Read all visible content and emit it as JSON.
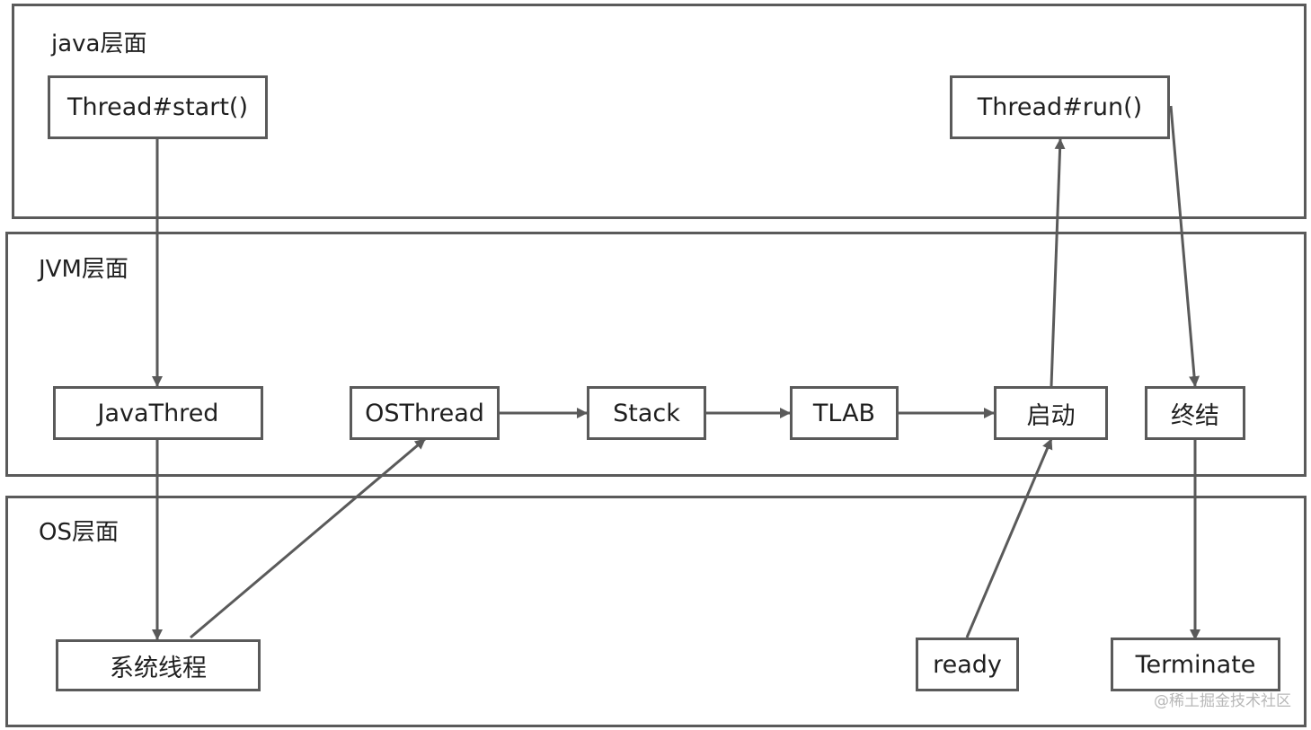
{
  "layers": {
    "java": "java层面",
    "jvm": "JVM层面",
    "os": "OS层面"
  },
  "nodes": {
    "thread_start": "Thread#start()",
    "thread_run": "Thread#run()",
    "java_thred": "JavaThred",
    "os_thread": "OSThread",
    "stack": "Stack",
    "tlab": "TLAB",
    "launch": "启动",
    "finish": "终结",
    "system_thread": "系统线程",
    "ready": "ready",
    "terminate": "Terminate"
  },
  "edges": [
    {
      "from": "thread_start",
      "to": "java_thred"
    },
    {
      "from": "java_thred",
      "to": "system_thread"
    },
    {
      "from": "system_thread",
      "to": "os_thread"
    },
    {
      "from": "os_thread",
      "to": "stack"
    },
    {
      "from": "stack",
      "to": "tlab"
    },
    {
      "from": "tlab",
      "to": "launch"
    },
    {
      "from": "ready",
      "to": "launch"
    },
    {
      "from": "launch",
      "to": "thread_run"
    },
    {
      "from": "thread_run",
      "to": "finish"
    },
    {
      "from": "finish",
      "to": "terminate"
    }
  ],
  "watermark": "@稀土掘金技术社区",
  "colors": {
    "stroke": "#5a5a5a",
    "text": "#1f1f1f",
    "watermark": "#b8b8b8"
  }
}
